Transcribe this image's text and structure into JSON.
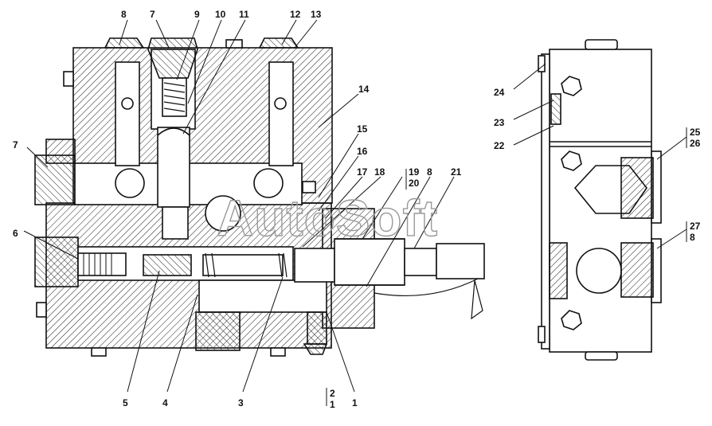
{
  "watermark": "AutoSoft",
  "callouts": {
    "n1": "1",
    "n1b": "1",
    "n2": "2",
    "n3": "3",
    "n4": "4",
    "n5": "5",
    "n6": "6",
    "n7a": "7",
    "n7b": "7",
    "n8a": "8",
    "n8b": "8",
    "n8c": "8",
    "n9": "9",
    "n10": "10",
    "n11": "11",
    "n12": "12",
    "n13": "13",
    "n14": "14",
    "n15": "15",
    "n16": "16",
    "n17": "17",
    "n18": "18",
    "n19": "19",
    "n20": "20",
    "n21": "21",
    "n22": "22",
    "n23": "23",
    "n24": "24",
    "n25": "25",
    "n26": "26",
    "n27": "27"
  },
  "colors": {
    "line": "#111111",
    "hatch": "#222222",
    "watermark": "#9a9a9a",
    "paper": "#ffffff"
  }
}
